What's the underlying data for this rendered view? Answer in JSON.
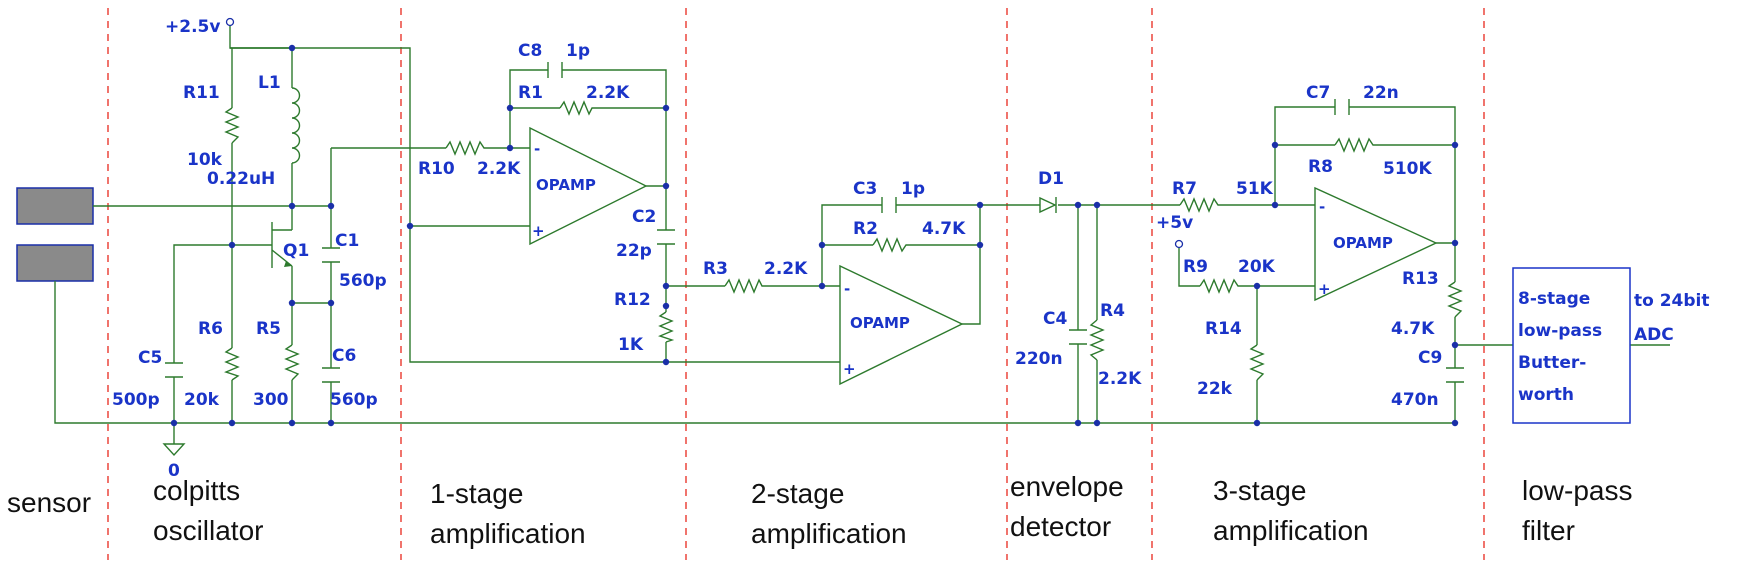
{
  "supply": {
    "vcc1": "+2.5v",
    "vcc2": "+5v",
    "ground": "0"
  },
  "opamp_label": "OPAMP",
  "components": {
    "R11": {
      "name": "R11",
      "value": "10k"
    },
    "L1": {
      "name": "L1",
      "value": "0.22uH"
    },
    "Q1": {
      "name": "Q1"
    },
    "C1": {
      "name": "C1",
      "value": "560p"
    },
    "C5": {
      "name": "C5",
      "value": "500p"
    },
    "R6": {
      "name": "R6",
      "value": "20k"
    },
    "R5": {
      "name": "R5",
      "value": "300"
    },
    "C6": {
      "name": "C6",
      "value": "560p"
    },
    "C8": {
      "name": "C8",
      "value": "1p"
    },
    "R1": {
      "name": "R1",
      "value": "2.2K"
    },
    "R10": {
      "name": "R10",
      "value": "2.2K"
    },
    "C2": {
      "name": "C2",
      "value": "22p"
    },
    "R12": {
      "name": "R12",
      "value": "1K"
    },
    "C3": {
      "name": "C3",
      "value": "1p"
    },
    "R2": {
      "name": "R2",
      "value": "4.7K"
    },
    "R3": {
      "name": "R3",
      "value": "2.2K"
    },
    "D1": {
      "name": "D1"
    },
    "C4": {
      "name": "C4",
      "value": "220n"
    },
    "R4": {
      "name": "R4",
      "value": "2.2K"
    },
    "C7": {
      "name": "C7",
      "value": "22n"
    },
    "R8": {
      "name": "R8",
      "value": "510K"
    },
    "R7": {
      "name": "R7",
      "value": "51K"
    },
    "R9": {
      "name": "R9",
      "value": "20K"
    },
    "R14": {
      "name": "R14",
      "value": "22k"
    },
    "R13": {
      "name": "R13",
      "value": "4.7K"
    },
    "C9": {
      "name": "C9",
      "value": "470n"
    }
  },
  "filter_block": {
    "lines": [
      "8-stage",
      "low-pass",
      "Butter-",
      "worth"
    ]
  },
  "output": {
    "line1": "to 24bit",
    "line2": "ADC"
  },
  "sections": [
    {
      "lines": [
        "sensor"
      ]
    },
    {
      "lines": [
        "colpitts",
        "oscillator"
      ]
    },
    {
      "lines": [
        "1-stage",
        "amplification"
      ]
    },
    {
      "lines": [
        "2-stage",
        "amplification"
      ]
    },
    {
      "lines": [
        "envelope",
        "detector"
      ]
    },
    {
      "lines": [
        "3-stage",
        "amplification"
      ]
    },
    {
      "lines": [
        "low-pass",
        "filter"
      ]
    }
  ]
}
